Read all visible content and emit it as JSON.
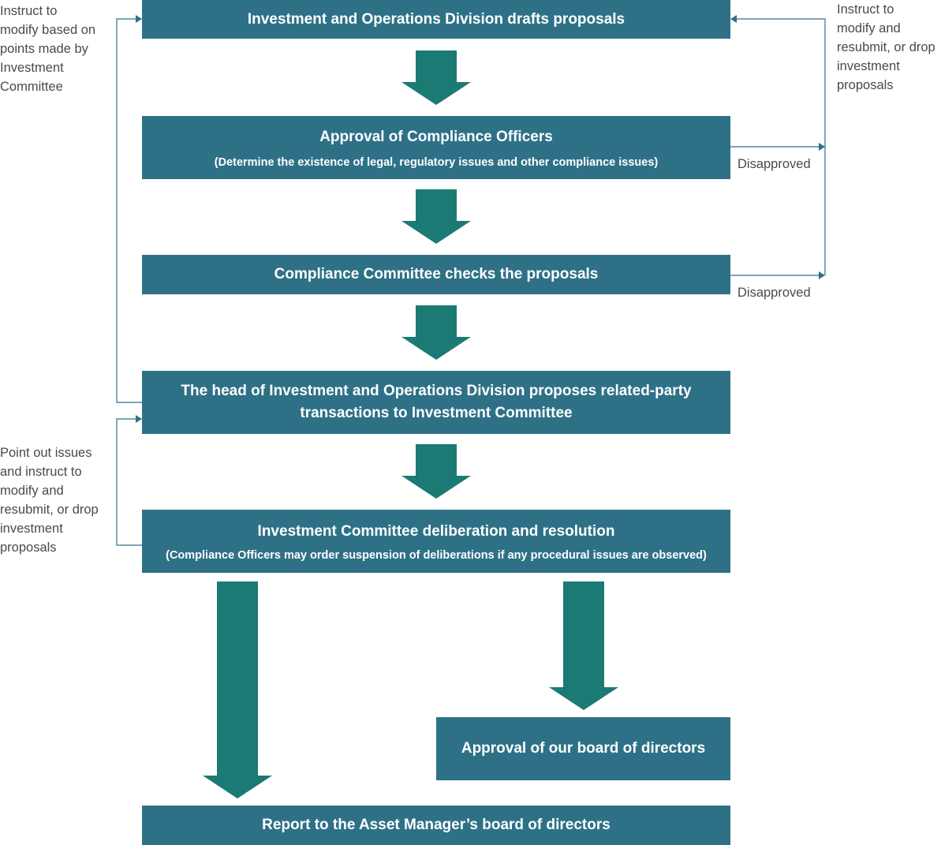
{
  "steps": {
    "drafts": {
      "title": "Investment and Operations Division drafts proposals"
    },
    "compliance_officers": {
      "title": "Approval of Compliance Officers",
      "subtitle": "(Determine the existence of legal, regulatory issues and other compliance issues)"
    },
    "compliance_committee": {
      "title": "Compliance Committee checks the proposals"
    },
    "head_proposes": {
      "title_line1": "The head of Investment and Operations Division proposes related-party",
      "title_line2": "transactions to Investment Committee"
    },
    "investment_committee": {
      "title": "Investment Committee deliberation and resolution",
      "subtitle": "(Compliance Officers may order suspension of deliberations if any procedural issues are observed)"
    },
    "board_approval": {
      "title": "Approval of our board of directors"
    },
    "report": {
      "title": "Report to the Asset Manager’s board of directors"
    }
  },
  "notes": {
    "left_top": [
      "Instruct to",
      "modify based on",
      "points made by",
      "Investment",
      "Committee"
    ],
    "right_top": [
      "Instruct to",
      "modify and",
      "resubmit, or drop",
      "investment",
      "proposals"
    ],
    "left_bottom": [
      "Point out issues",
      "and instruct to",
      "modify and",
      "resubmit, or drop",
      "investment",
      "proposals"
    ]
  },
  "labels": {
    "disapproved_1": "Disapproved",
    "disapproved_2": "Disapproved"
  },
  "colors": {
    "box": "#2e7187",
    "arrow": "#1b7a73",
    "line": "#2e7187"
  }
}
